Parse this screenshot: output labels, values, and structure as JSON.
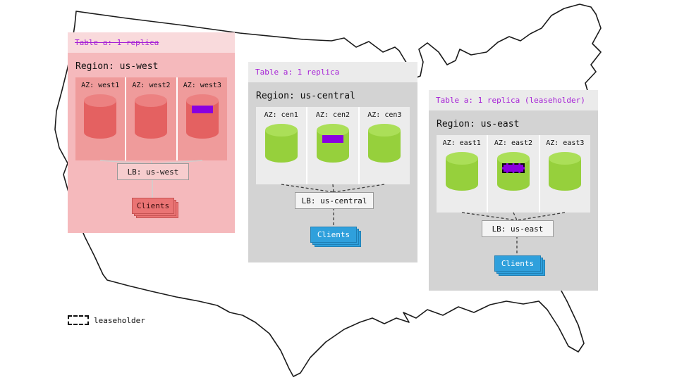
{
  "legend": {
    "label": "leaseholder"
  },
  "colors": {
    "purple_label": "#a51fd6",
    "replica_marker": "#8a00e0",
    "west_region_body": "#f5b9bc",
    "west_region_header": "#f9dadc",
    "west_az_box": "#ef9b9b",
    "west_cylinder": "#e46161",
    "gray_region_body": "#d3d3d3",
    "gray_region_header": "#ebebeb",
    "gray_az_box": "#ececec",
    "green_cylinder": "#96d03c",
    "clients_blue": "#2fa0dc",
    "clients_red": "#ea7474"
  },
  "regions": [
    {
      "id": "us-west",
      "table_label": "Table a: 1 replica",
      "table_label_strikethrough": true,
      "title": "Region: us-west",
      "azs": [
        {
          "label": "AZ: west1",
          "marker": "none"
        },
        {
          "label": "AZ: west2",
          "marker": "none"
        },
        {
          "label": "AZ: west3",
          "marker": "replica"
        }
      ],
      "lb_label": "LB: us-west",
      "clients_label": "Clients"
    },
    {
      "id": "us-central",
      "table_label": "Table a: 1 replica",
      "table_label_strikethrough": false,
      "title": "Region: us-central",
      "azs": [
        {
          "label": "AZ: cen1",
          "marker": "none"
        },
        {
          "label": "AZ: cen2",
          "marker": "replica"
        },
        {
          "label": "AZ: cen3",
          "marker": "none"
        }
      ],
      "lb_label": "LB: us-central",
      "clients_label": "Clients"
    },
    {
      "id": "us-east",
      "table_label": "Table a: 1 replica (leaseholder)",
      "table_label_strikethrough": false,
      "title": "Region: us-east",
      "azs": [
        {
          "label": "AZ: east1",
          "marker": "none"
        },
        {
          "label": "AZ: east2",
          "marker": "leaseholder"
        },
        {
          "label": "AZ: east3",
          "marker": "none"
        }
      ],
      "lb_label": "LB: us-east",
      "clients_label": "Clients"
    }
  ]
}
